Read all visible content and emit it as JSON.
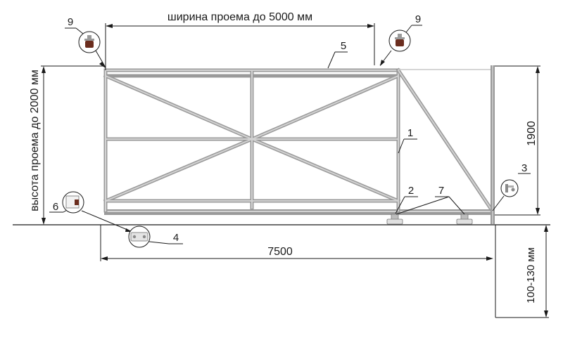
{
  "dimensions": {
    "opening_width": "ширина проема до 5000 мм",
    "opening_height": "высота проема до 2000 мм",
    "total_length": "7500",
    "gate_height": "1900",
    "foundation_depth": "100-130 мм"
  },
  "callouts": {
    "frame": "1",
    "roller_carriage": "2",
    "end_roller": "3",
    "bottom_catcher": "4",
    "guide_rail": "5",
    "top_catcher": "6",
    "support_roller": "7",
    "top_guide_left": "9",
    "top_guide_right": "9"
  },
  "colors": {
    "frame_metal": "#9a9a9a",
    "frame_highlight": "#d2d2d2",
    "line": "#1a1a1a",
    "part_dark": "#6b2d1e"
  },
  "icons": [
    "top-guide-roller-icon",
    "top-guide-roller-icon",
    "top-catcher-icon",
    "bottom-catcher-icon",
    "end-roller-icon"
  ]
}
